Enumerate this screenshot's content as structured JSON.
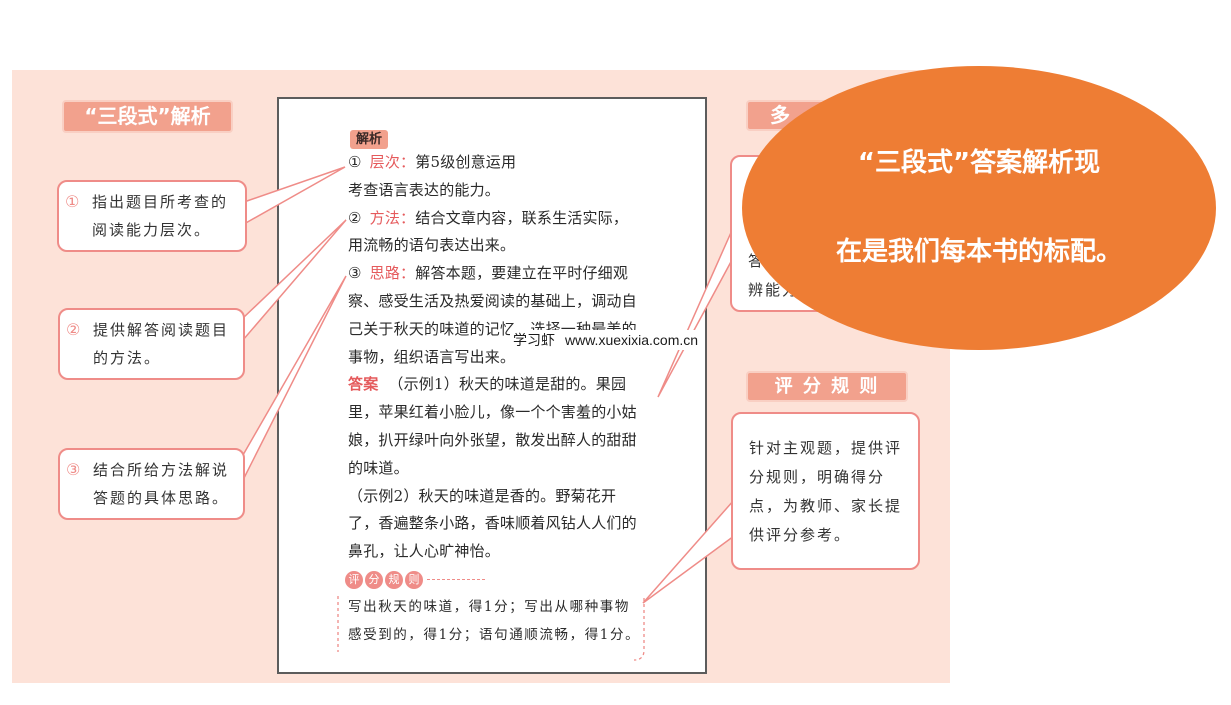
{
  "colors": {
    "panel_bg": "#fde2d8",
    "badge_bg": "#f2a18d",
    "badge_edge": "#f9cfc3",
    "callout_border": "#ef8c88",
    "accent_red": "#e55a5c",
    "ellipse_bg": "#ee7d34",
    "page_border": "#5c5c5c"
  },
  "left": {
    "title": "“三段式”解析",
    "callouts": [
      {
        "num": "①",
        "line1": "指出题目所考查的",
        "line2": "阅读能力层次。"
      },
      {
        "num": "②",
        "line1": "提供解答阅读题目",
        "line2": "的方法。"
      },
      {
        "num": "③",
        "line1": "结合所给方法解说",
        "line2": "答题的具体思路。"
      }
    ]
  },
  "page": {
    "label": "解析",
    "lines": [
      {
        "num": "①",
        "key": "层次：",
        "text": "第5级创意运用"
      },
      {
        "text": "考查语言表达的能力。"
      },
      {
        "num": "②",
        "key": "方法：",
        "text": "结合文章内容，联系生活实际，"
      },
      {
        "text": "用流畅的语句表达出来。"
      },
      {
        "num": "③",
        "key": "思路：",
        "text": "解答本题，要建立在平时仔细观"
      },
      {
        "text": "察、感受生活及热爱阅读的基础上，调动自"
      },
      {
        "text": "己关于秋天的味道的记忆，选择一种最美的"
      },
      {
        "text": "事物，组织语言写出来。"
      }
    ],
    "answer": {
      "label": "答案",
      "lines": [
        "（示例1）秋天的味道是甜的。果园",
        "里，苹果红着小脸儿，像一个个害羞的小姑",
        "娘，扒开绿叶向外张望，散发出醉人的甜甜",
        "的味道。",
        "（示例2）秋天的味道是香的。野菊花开",
        "了，香遍整条小路，香味顺着风钻人人们的",
        "鼻孔，让人心旷神怡。"
      ]
    },
    "scoring": {
      "badge": [
        "评",
        "分",
        "规",
        "则"
      ],
      "lines": [
        "写出秋天的味道，得1分；写出从哪种事物",
        "感受到的，得1分；语句通顺流畅，得1分。"
      ]
    }
  },
  "right": {
    "top_badge": "多",
    "top_callout_lines": [
      "答",
      "辨能力"
    ],
    "scoring_badge": "评 分 规 则",
    "scoring_callout_lines": [
      "针对主观题，提供评",
      "分规则，明确得分",
      "点，为教师、家长提",
      "供评分参考。"
    ]
  },
  "overlay": {
    "line1": "“三段式”答案解析现",
    "line2": "在是我们每本书的标配。"
  },
  "watermark": {
    "brand": "学习虾",
    "url": "www.xuexixia.com.cn"
  }
}
